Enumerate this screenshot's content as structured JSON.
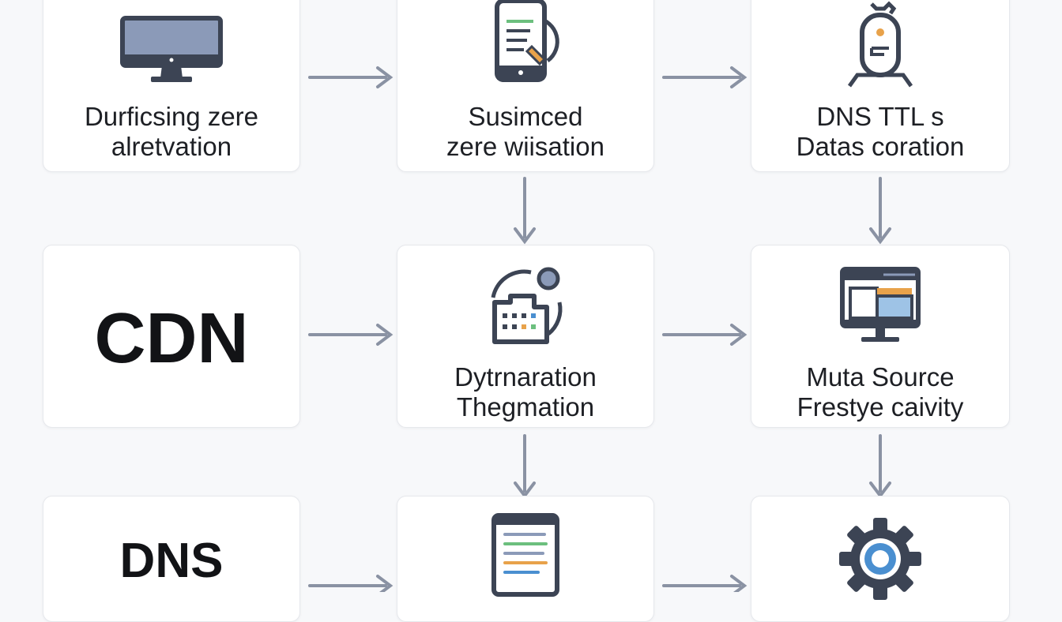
{
  "nodes": {
    "r1c1": {
      "line1": "Durficsing zere",
      "line2": "alretvation",
      "icon": "monitor-icon"
    },
    "r1c2": {
      "line1": "Susimced",
      "line2": "zere wiisation",
      "icon": "mobile-document-icon"
    },
    "r1c3": {
      "line1": "DNS TTL s",
      "line2": "Datas coration",
      "icon": "timer-icon"
    },
    "r2c1": {
      "label": "CDN"
    },
    "r2c2": {
      "line1": "Dytrnaration",
      "line2": "Thegmation",
      "icon": "sync-grid-icon"
    },
    "r2c3": {
      "line1": "Muta Source",
      "line2": "Frestye caivity",
      "icon": "desktop-dashboard-icon"
    },
    "r3c1": {
      "label": "DNS"
    },
    "r3c2": {
      "icon": "list-panel-icon"
    },
    "r3c3": {
      "icon": "gear-icon"
    }
  },
  "colors": {
    "arrow": "#8a92a3",
    "icon_dark": "#3c4454",
    "icon_fill": "#8b9ab8",
    "accent_blue": "#4a8fd0",
    "accent_orange": "#e8a24a",
    "accent_green": "#6cbf7e"
  }
}
